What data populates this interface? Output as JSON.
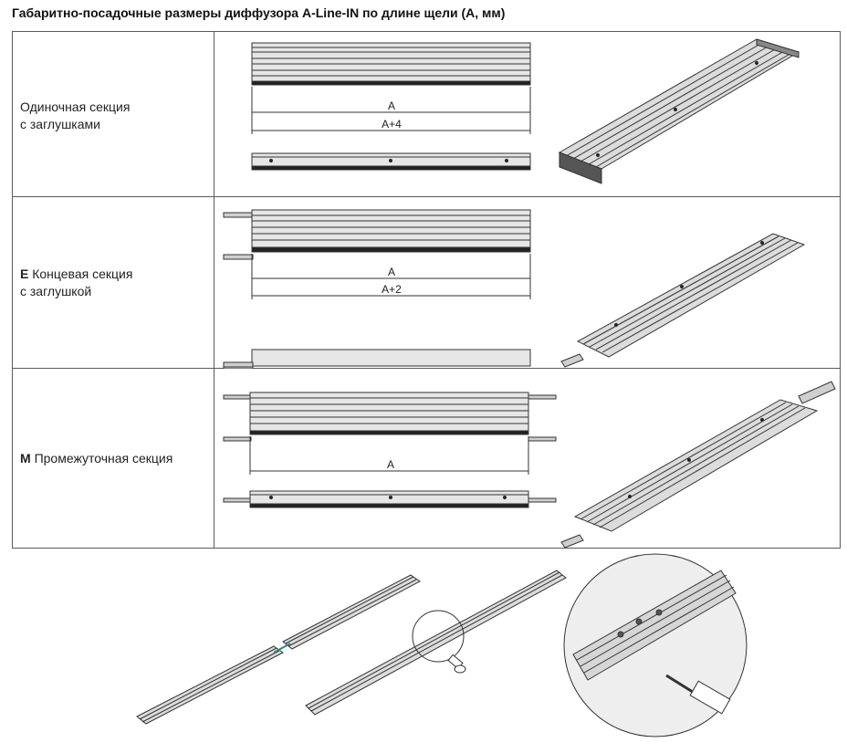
{
  "title": "Габаритно-посадочные размеры диффузора A-Line-IN по длине щели (A, мм)",
  "rows": [
    {
      "code": "",
      "label_line1": "Одиночная секция",
      "label_line2": "с заглушками",
      "dim_a": "A",
      "dim_b": "A+4"
    },
    {
      "code": "E",
      "label_line1": "Концевая секция",
      "label_line2": "с заглушкой",
      "dim_a": "A",
      "dim_b": "A+2"
    },
    {
      "code": "M",
      "label_line1": "Промежуточная секция",
      "label_line2": "",
      "dim_a": "A",
      "dim_b": ""
    }
  ],
  "icons": {
    "assembly": "diffuser-assembly-illustration",
    "detail": "screw-detail-magnifier",
    "screwdriver": "screwdriver-icon"
  }
}
